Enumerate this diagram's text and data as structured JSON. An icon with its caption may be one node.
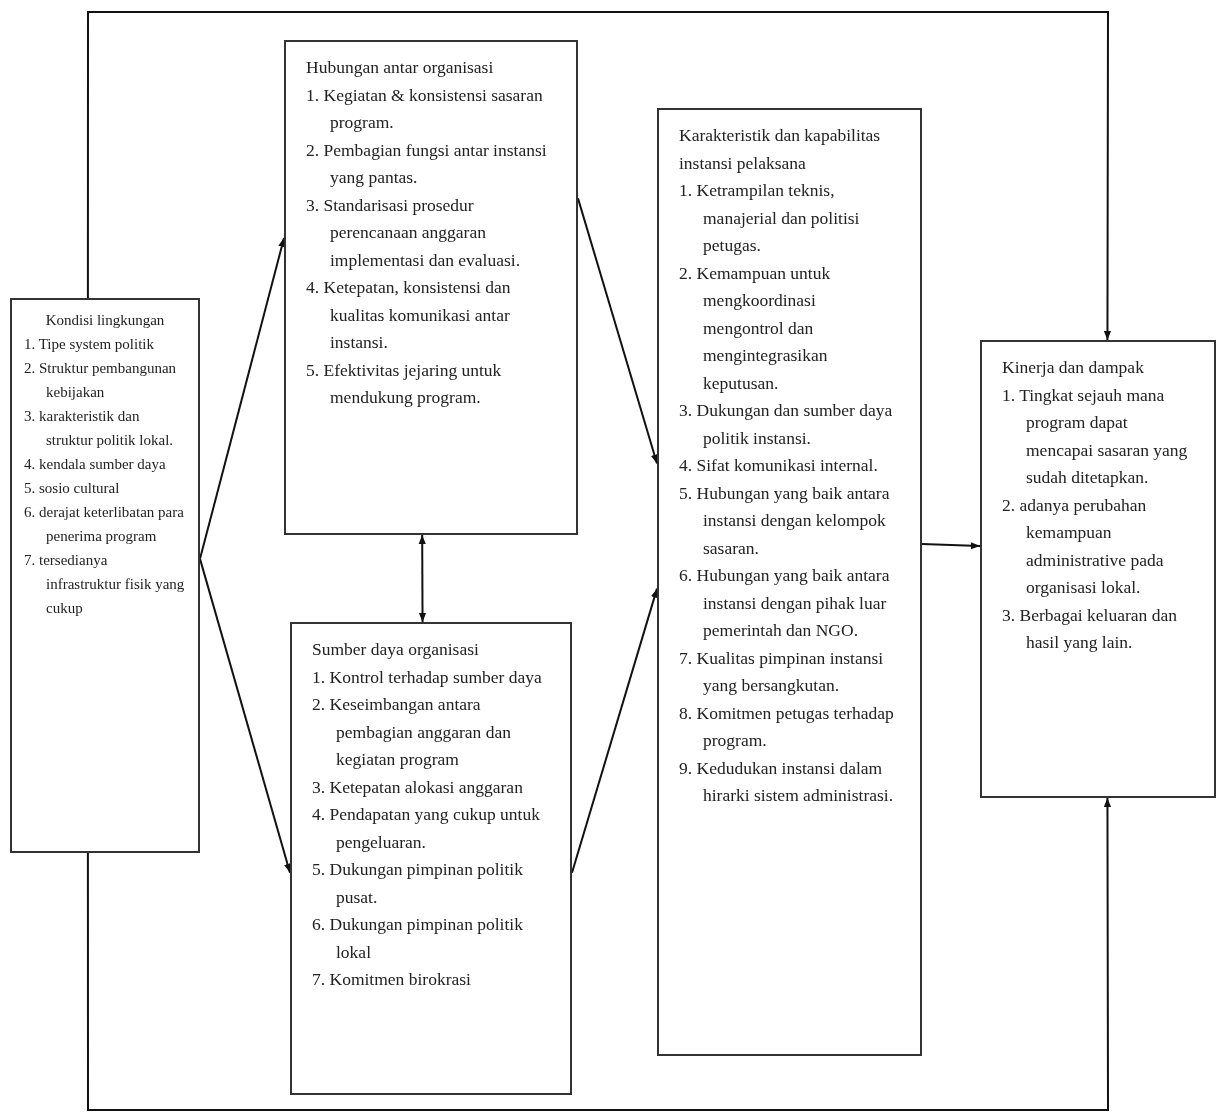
{
  "diagram": {
    "nodes": [
      {
        "text": [
          "Kondisi lingkungan",
          "1. Tipe system politik",
          "2. Struktur pembangunan kebijakan",
          "3. karakteristik dan struktur politik lokal.",
          "4. kendala sumber daya",
          "5. sosio cultural",
          "6. derajat keterlibatan para penerima program",
          "7. tersedianya infrastruktur fisik yang cukup"
        ]
      },
      {
        "text": [
          "Hubungan antar organisasi",
          "1. Kegiatan & konsistensi sasaran program.",
          "2. Pembagian fungsi antar instansi yang pantas.",
          "3. Standarisasi prosedur perencanaan anggaran implementasi dan evaluasi.",
          "4. Ketepatan, konsistensi dan kualitas komunikasi antar instansi.",
          "5. Efektivitas jejaring untuk mendukung program."
        ]
      },
      {
        "text": [
          "Sumber daya organisasi",
          "1. Kontrol terhadap sumber daya",
          "2. Keseimbangan antara pembagian anggaran dan kegiatan program",
          "3. Ketepatan alokasi anggaran",
          "4. Pendapatan yang cukup untuk pengeluaran.",
          "5. Dukungan pimpinan politik pusat.",
          "6. Dukungan pimpinan politik lokal",
          "7. Komitmen birokrasi"
        ]
      },
      {
        "text": [
          "Karakteristik dan kapabilitas instansi pelaksana",
          "1. Ketrampilan teknis, manajerial dan politisi petugas.",
          "2. Kemampuan untuk mengkoordinasi mengontrol dan mengintegrasikan keputusan.",
          "3. Dukungan dan sumber daya politik instansi.",
          "4. Sifat komunikasi internal.",
          "5. Hubungan yang baik antara instansi dengan kelompok sasaran.",
          "6. Hubungan yang baik antara instansi dengan pihak luar pemerintah dan NGO.",
          "7. Kualitas pimpinan instansi yang bersangkutan.",
          "8. Komitmen petugas terhadap program.",
          "9. Kedudukan instansi dalam hirarki sistem administrasi."
        ]
      },
      {
        "text": [
          "Kinerja dan dampak",
          "1. Tingkat sejauh mana program dapat mencapai sasaran yang sudah ditetapkan.",
          "2. adanya perubahan kemampuan administrative pada organisasi lokal.",
          "3. Berbagai keluaran dan hasil yang lain."
        ]
      }
    ],
    "edges": [
      {
        "from": 0,
        "to": 1,
        "arrow": "to"
      },
      {
        "from": 0,
        "to": 2,
        "arrow": "to"
      },
      {
        "from": 1,
        "to": 2,
        "arrow": "both"
      },
      {
        "from": 1,
        "to": 3,
        "arrow": "to"
      },
      {
        "from": 2,
        "to": 3,
        "arrow": "to"
      },
      {
        "from": 3,
        "to": 4,
        "arrow": "to"
      },
      {
        "from": 0,
        "to": 4,
        "arrow": "to"
      },
      {
        "from": 0,
        "to": 4,
        "arrow": "to"
      }
    ]
  }
}
